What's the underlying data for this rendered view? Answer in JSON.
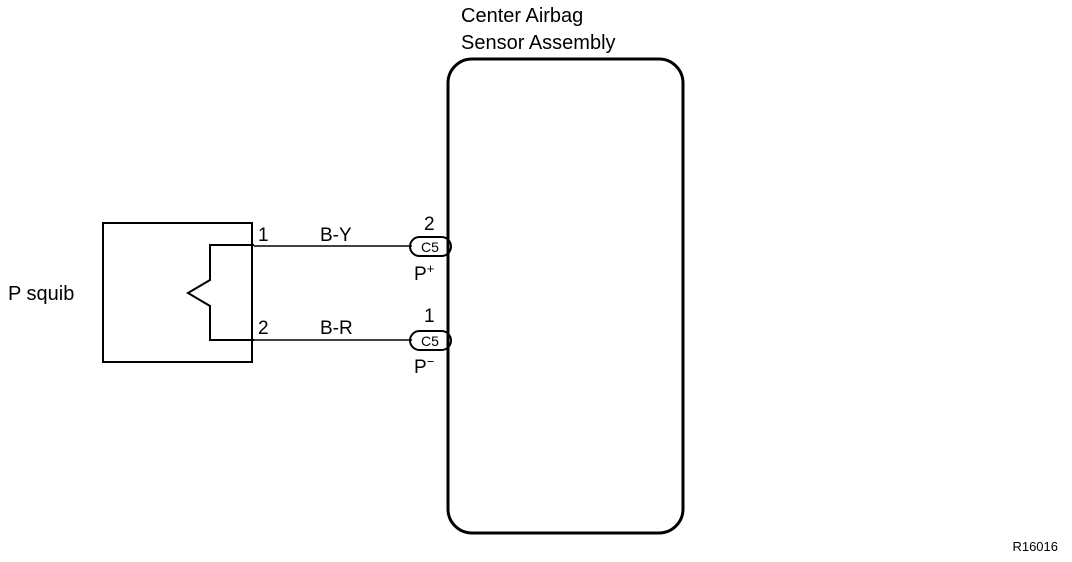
{
  "module": {
    "title_line1": "Center Airbag",
    "title_line2": "Sensor Assembly"
  },
  "component": {
    "label": "P squib"
  },
  "wires": [
    {
      "squib_pin": "1",
      "color": "B-Y",
      "connector": "C5",
      "module_pin": "2",
      "signal": "P",
      "signal_sup": "+"
    },
    {
      "squib_pin": "2",
      "color": "B-R",
      "connector": "C5",
      "module_pin": "1",
      "signal": "P",
      "signal_sup": "−"
    }
  ],
  "figure_id": "R16016"
}
